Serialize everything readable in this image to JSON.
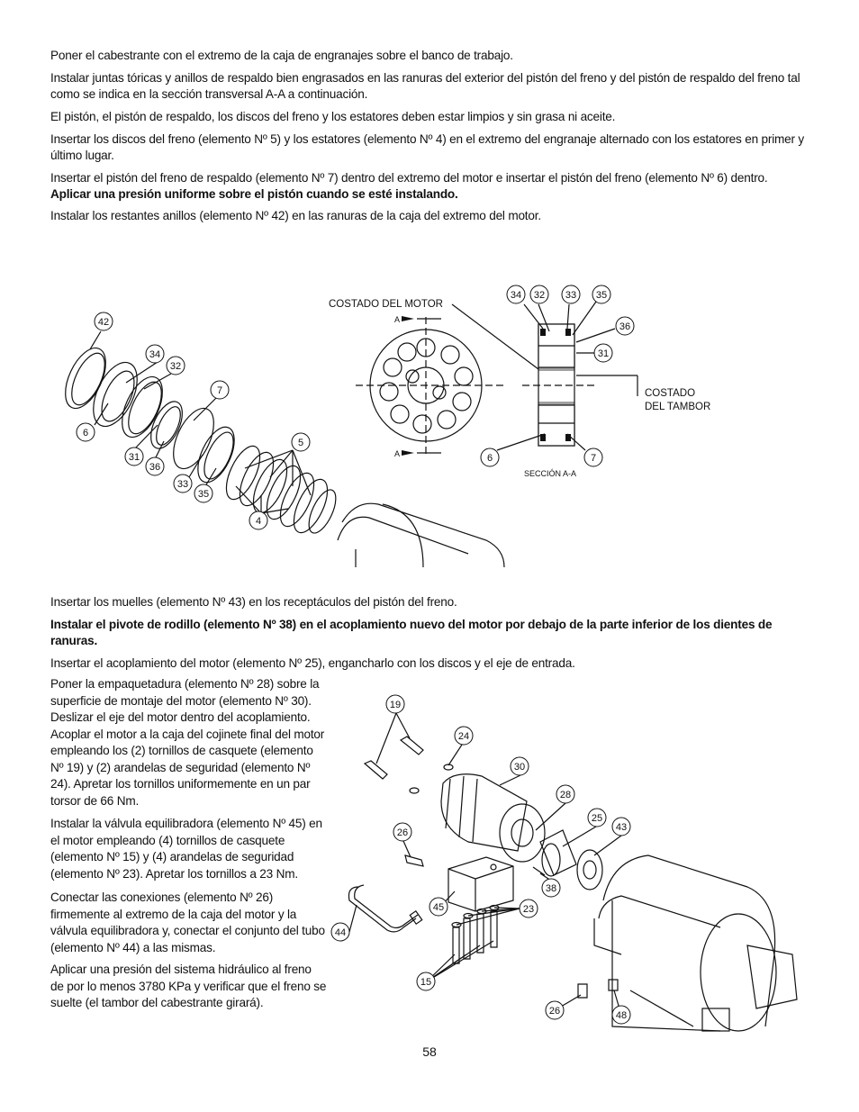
{
  "top_paragraphs": [
    "Poner el cabestrante con el extremo de la caja de engranajes sobre el banco de trabajo.",
    "Instalar juntas tóricas y anillos de respaldo bien engrasados en las ranuras del exterior del pistón del freno y del pistón de respaldo del freno tal como se indica en la sección transversal A-A a continuación.",
    "El pistón, el pistón de respaldo, los discos del freno y los estatores deben estar limpios y sin grasa ni aceite.",
    "Insertar los discos del freno (elemento Nº 5) y los estatores (elemento Nº 4) en el extremo del engranaje alternado con los estatores en primer y último lugar.",
    "Insertar el pistón del freno de respaldo (elemento Nº 7) dentro del extremo del motor e insertar el pistón del freno (elemento Nº 6) dentro.",
    "Aplicar una presión uniforme sobre el pistón cuando se esté instalando.",
    "Instalar los restantes anillos (elemento Nº 42) en las ranuras de la caja del extremo del motor."
  ],
  "diagram1": {
    "label_motor_side": "COSTADO DEL MOTOR",
    "label_drum_side_1": "COSTADO",
    "label_drum_side_2": "DEL TAMBOR",
    "section_label": "SECCIÓN A-A",
    "section_mark": "A",
    "callouts": {
      "c42": "42",
      "c34": "34",
      "c32": "32",
      "c7": "7",
      "c6": "6",
      "c31": "31",
      "c36": "36",
      "c33": "33",
      "c35": "35",
      "c5": "5",
      "c4": "4",
      "s34": "34",
      "s32": "32",
      "s33": "33",
      "s35": "35",
      "s36": "36",
      "s31": "31",
      "s6": "6",
      "s7": "7"
    }
  },
  "mid_paragraphs": [
    "Insertar los muelles (elemento Nº 43) en los receptáculos del pistón del freno.",
    "Instalar el pivote de rodillo (elemento Nº 38) en el acoplamiento nuevo del motor por debajo de la parte inferior de los dientes de ranuras.",
    "Insertar el acoplamiento del motor (elemento Nº 25), engancharlo con los discos y el eje de entrada."
  ],
  "column_paragraphs": [
    "Poner la empaquetadura (elemento Nº 28) sobre la superficie de montaje del motor (elemento Nº 30). Deslizar el eje del motor dentro del acoplamiento. Acoplar el motor a la caja del cojinete final del motor empleando los (2) tornillos de casquete (elemento Nº 19) y (2) arandelas de seguridad (elemento Nº 24). Apretar los tornillos uniformemente en un par torsor de 66 Nm.",
    "Instalar la válvula equilibradora (elemento Nº 45) en el motor empleando (4) tornillos de casquete (elemento Nº 15) y (4) arandelas de seguridad (elemento Nº 23). Apretar los tornillos a 23 Nm.",
    "Conectar las conexiones (elemento Nº 26) firmemente al extremo de la caja del motor y la válvula equilibradora y, conectar el conjunto del tubo (elemento Nº 44) a las mismas.",
    "Aplicar una presión del sistema hidráulico al freno de por lo menos 3780 KPa y verificar que el freno se suelte (el tambor del cabestrante girará)."
  ],
  "diagram2": {
    "callouts": {
      "c19": "19",
      "c24": "24",
      "c30": "30",
      "c28": "28",
      "c25": "25",
      "c43": "43",
      "c26a": "26",
      "c38": "38",
      "c45": "45",
      "c23": "23",
      "c44": "44",
      "c15": "15",
      "c26b": "26",
      "c48": "48"
    }
  },
  "page_number": "58"
}
